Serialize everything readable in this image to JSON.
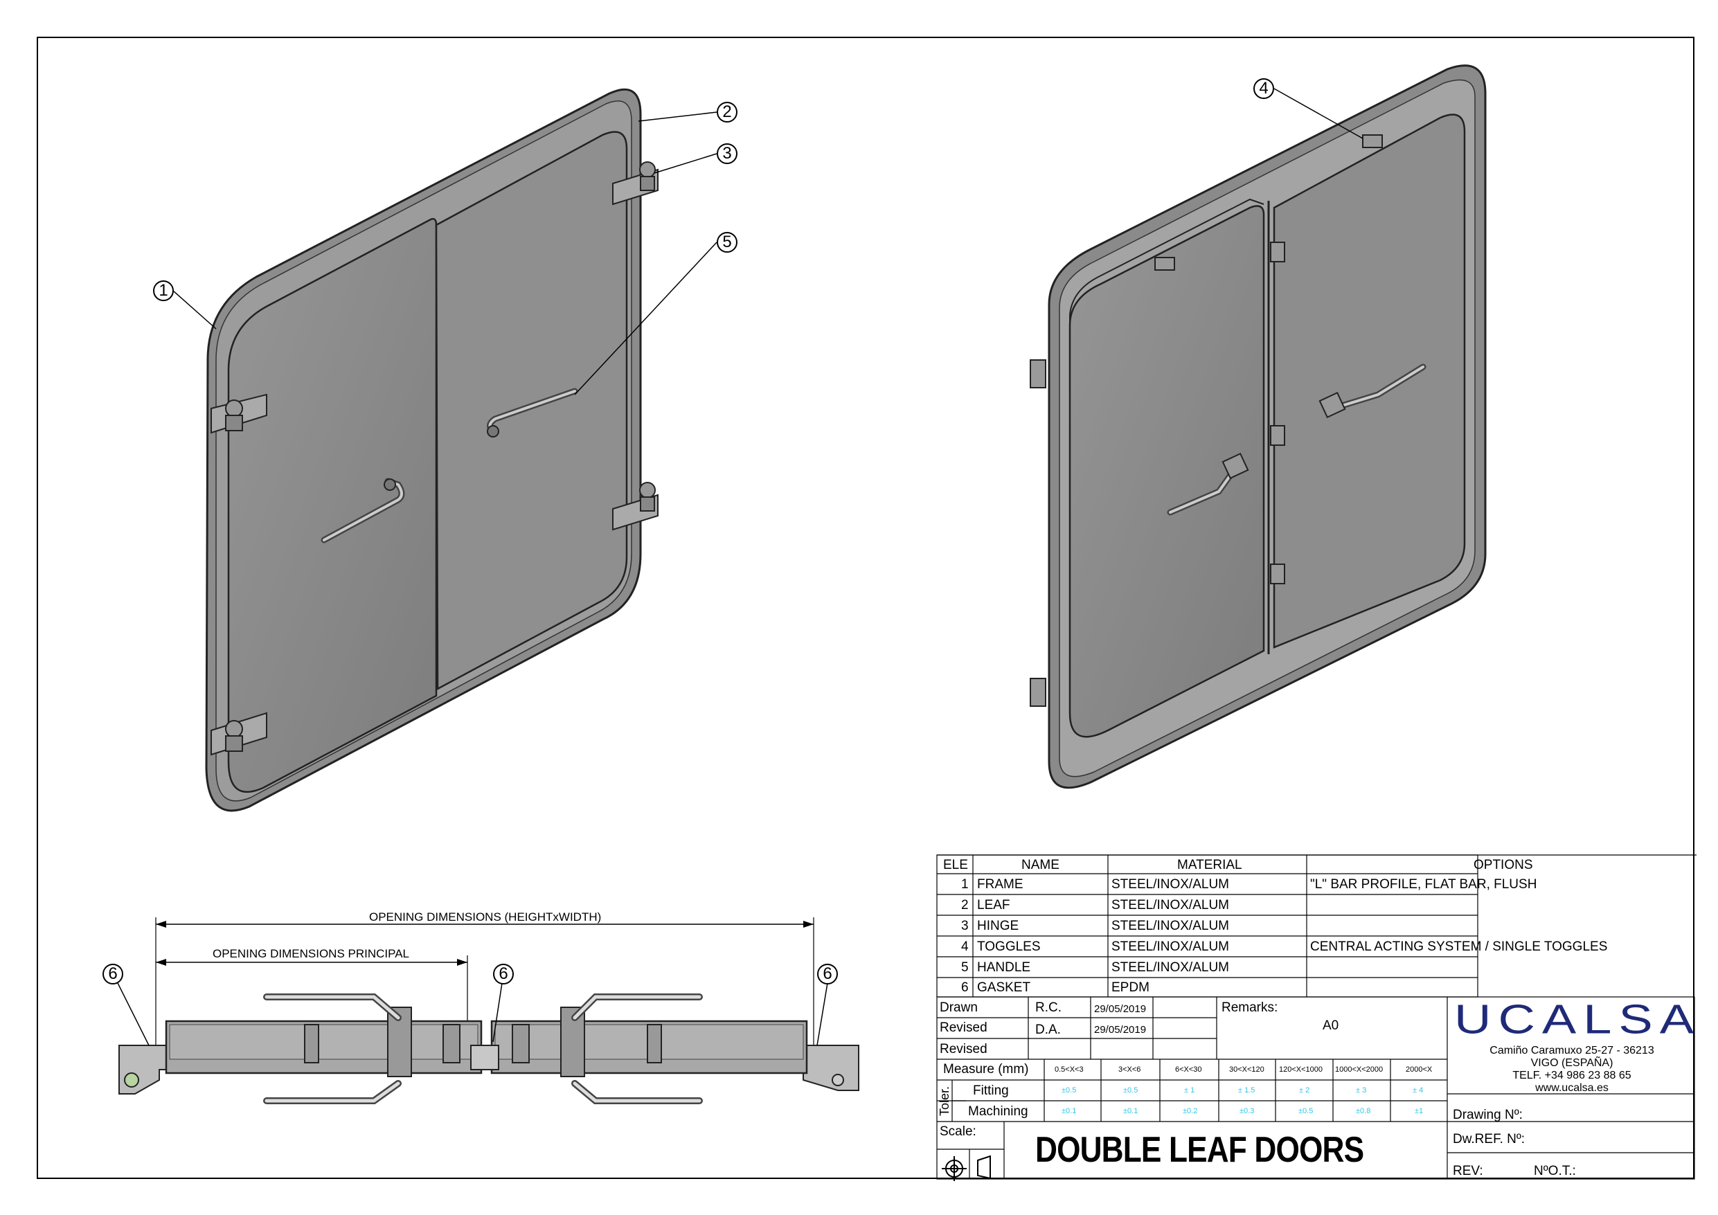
{
  "callouts": [
    "1",
    "2",
    "3",
    "4",
    "5",
    "6"
  ],
  "section": {
    "dim_total": "OPENING DIMENSIONS (HEIGHTxWIDTH)",
    "dim_principal": "OPENING DIMENSIONS PRINCIPAL",
    "gasket_callout": "6"
  },
  "bom": {
    "headers": {
      "ele": "ELE",
      "name": "NAME",
      "material": "MATERIAL",
      "options": "OPTIONS"
    },
    "rows": [
      {
        "ele": "1",
        "name": "FRAME",
        "material": "STEEL/INOX/ALUM",
        "options": "\"L\" BAR PROFILE, FLAT BAR, FLUSH"
      },
      {
        "ele": "2",
        "name": "LEAF",
        "material": "STEEL/INOX/ALUM",
        "options": ""
      },
      {
        "ele": "3",
        "name": "HINGE",
        "material": "STEEL/INOX/ALUM",
        "options": ""
      },
      {
        "ele": "4",
        "name": "TOGGLES",
        "material": "STEEL/INOX/ALUM",
        "options": "CENTRAL ACTING SYSTEM / SINGLE TOGGLES"
      },
      {
        "ele": "5",
        "name": "HANDLE",
        "material": "STEEL/INOX/ALUM",
        "options": ""
      },
      {
        "ele": "6",
        "name": "GASKET",
        "material": "EPDM",
        "options": ""
      }
    ]
  },
  "title_block": {
    "drawn_label": "Drawn",
    "drawn_by": "R.C.",
    "drawn_date": "29/05/2019",
    "revised1_label": "Revised",
    "revised1_by": "D.A.",
    "revised1_date": "29/05/2019",
    "revised2_label": "Revised",
    "remarks_label": "Remarks:",
    "remarks_value": "A0",
    "measure_label": "Measure (mm)",
    "measure_ranges": [
      "0.5<X<3",
      "3<X<6",
      "6<X<30",
      "30<X<120",
      "120<X<1000",
      "1000<X<2000",
      "2000<X"
    ],
    "toler_label": "Toler.",
    "fitting_label": "Fitting",
    "fitting_values": [
      "±0.5",
      "±0.5",
      "± 1",
      "± 1.5",
      "± 2",
      "± 3",
      "± 4"
    ],
    "machining_label": "Machining",
    "machining_values": [
      "±0.1",
      "±0.1",
      "±0.2",
      "±0.3",
      "±0.5",
      "±0.8",
      "±1"
    ],
    "scale_label": "Scale:",
    "title": "DOUBLE LEAF DOORS",
    "company": "UCALSA",
    "address": "Camiño Caramuxo 25-27 - 36213",
    "city": "VIGO (ESPAÑA)",
    "phone": "TELF. +34 986 23 88 65",
    "web": "www.ucalsa.es",
    "drawing_no_label": "Drawing Nº:",
    "dwref_label": "Dw.REF. Nº:",
    "rev_label": "REV:",
    "ot_label": "NºO.T.:"
  },
  "colors": {
    "leaf": "#8a8a8a",
    "leaf_dark": "#6e6e6e",
    "frame": "#9a9a9a",
    "accent_tol": "#2fc6e6",
    "brand": "#1f2a78"
  }
}
